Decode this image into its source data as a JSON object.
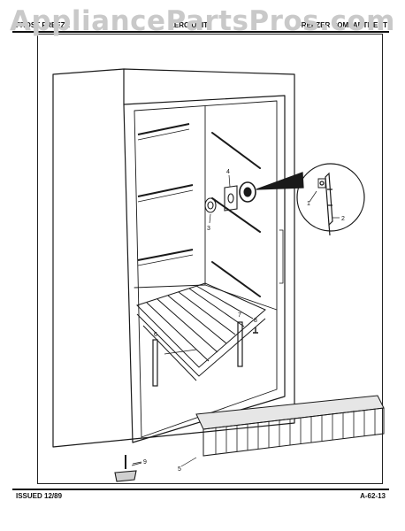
{
  "watermark": "AppliancePartsPros.com",
  "header": {
    "left": "FROST FREEZE",
    "middle": "ZERO UNIT",
    "right": "FREEZER COMPARTMENT"
  },
  "callouts": {
    "c1": "1",
    "c2": "2",
    "c3": "3",
    "c4": "4",
    "c5": "5",
    "c6": "6",
    "c7": "7",
    "c8": "8",
    "c9": "9"
  },
  "footer": {
    "issued": "ISSUED 12/89",
    "page_code": "A-62-13"
  }
}
